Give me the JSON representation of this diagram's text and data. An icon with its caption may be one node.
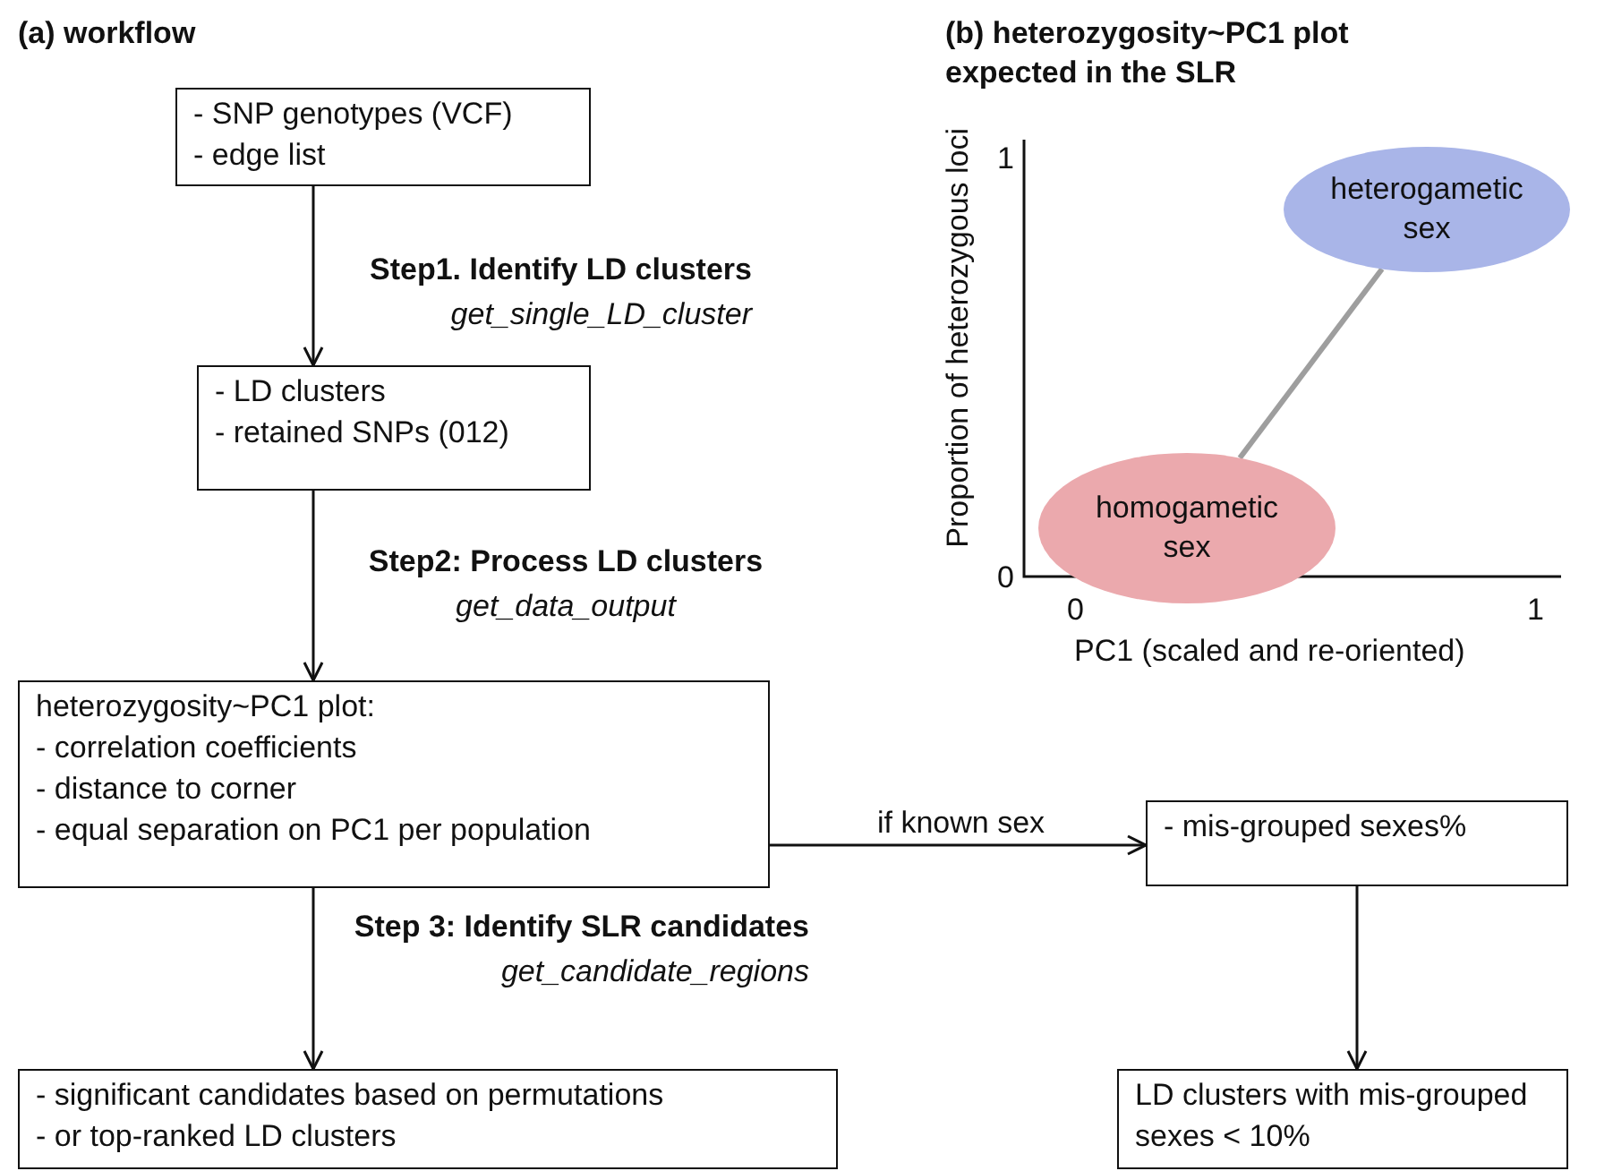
{
  "diagram": {
    "title": "(a) workflow",
    "nodes": [
      {
        "text": [
          "- SNP genotypes (VCF)",
          "- edge list"
        ]
      },
      {
        "text": [
          "- LD clusters",
          "- retained SNPs (012)"
        ]
      },
      {
        "text": [
          "heterozygosity~PC1 plot:",
          "- correlation coefficients",
          "- distance to corner",
          "- equal separation on PC1 per population"
        ]
      },
      {
        "text": [
          "- mis-grouped sexes%"
        ]
      },
      {
        "text": [
          "- significant candidates based on permutations",
          "- or top-ranked LD clusters"
        ]
      },
      {
        "text": [
          "LD clusters with mis-grouped sexes < 10%"
        ]
      },
      {
        "text": [
          "heterogametic sex"
        ]
      },
      {
        "text": [
          "homogametic sex"
        ]
      }
    ],
    "edges": [
      {
        "from": 0,
        "to": 1,
        "arrow": "to",
        "label": "**Step1. Identify LD clusters** *get_single_LD_cluster*"
      },
      {
        "from": 1,
        "to": 2,
        "arrow": "to",
        "label": "**Step2: Process LD clusters** *get_data_output*"
      },
      {
        "from": 2,
        "to": 3,
        "arrow": "to",
        "label": "if known sex"
      },
      {
        "from": 2,
        "to": 4,
        "arrow": "to",
        "label": "**Step 3: Identify SLR candidates** *get_candidate_regions*"
      },
      {
        "from": 3,
        "to": 5,
        "arrow": "to"
      },
      {
        "from": 6,
        "to": 7,
        "arrow": "none",
        "style": "thick",
        "color": "#9e9e9e"
      }
    ],
    "labels": [
      "(b) heterozygosity~PC1 plot expected in the SLR",
      "1",
      "0",
      "Proportion of heterozygous loci",
      "0",
      "1",
      "PC1 (scaled and re-oriented)"
    ]
  }
}
